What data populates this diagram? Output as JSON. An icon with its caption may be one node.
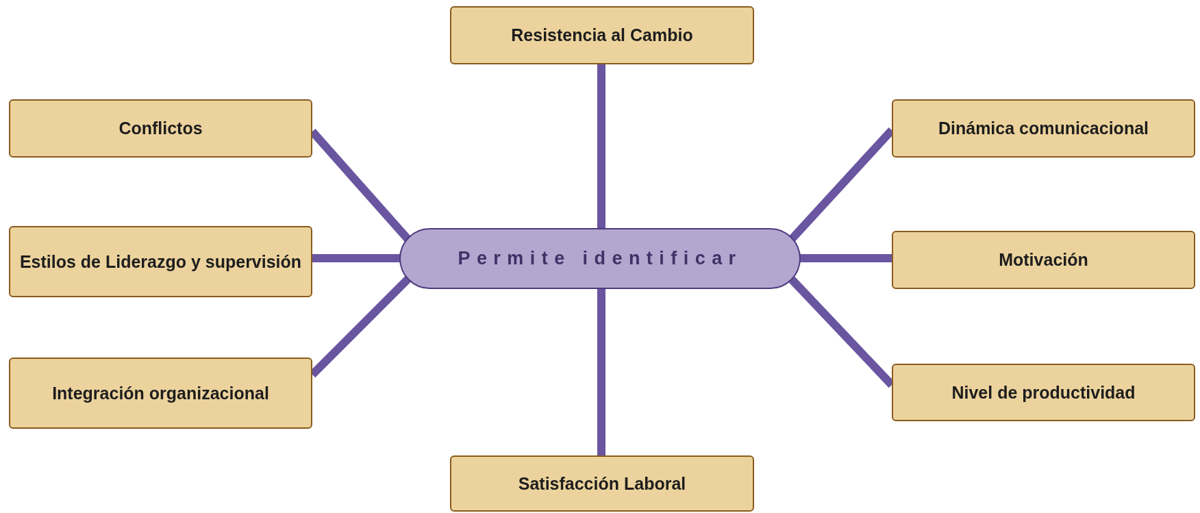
{
  "diagram": {
    "nodes": [
      {
        "text": [
          "Resistencia al Cambio"
        ]
      },
      {
        "text": [
          "Conflictos"
        ]
      },
      {
        "text": [
          "Dinámica comunicacional"
        ]
      },
      {
        "text": [
          "Estilos de Liderazgo y supervisión"
        ]
      },
      {
        "text": [
          "Permite identificar"
        ]
      },
      {
        "text": [
          "Motivación"
        ]
      },
      {
        "text": [
          "Integración organizacional"
        ]
      },
      {
        "text": [
          "Nivel de productividad"
        ]
      },
      {
        "text": [
          "Satisfacción Laboral"
        ]
      }
    ],
    "edges": [
      {
        "from": 4,
        "to": 0,
        "arrow": "none"
      },
      {
        "from": 4,
        "to": 1,
        "arrow": "none"
      },
      {
        "from": 4,
        "to": 2,
        "arrow": "none"
      },
      {
        "from": 4,
        "to": 3,
        "arrow": "none"
      },
      {
        "from": 4,
        "to": 5,
        "arrow": "none"
      },
      {
        "from": 4,
        "to": 6,
        "arrow": "none"
      },
      {
        "from": 4,
        "to": 7,
        "arrow": "none"
      },
      {
        "from": 4,
        "to": 8,
        "arrow": "none"
      }
    ]
  }
}
